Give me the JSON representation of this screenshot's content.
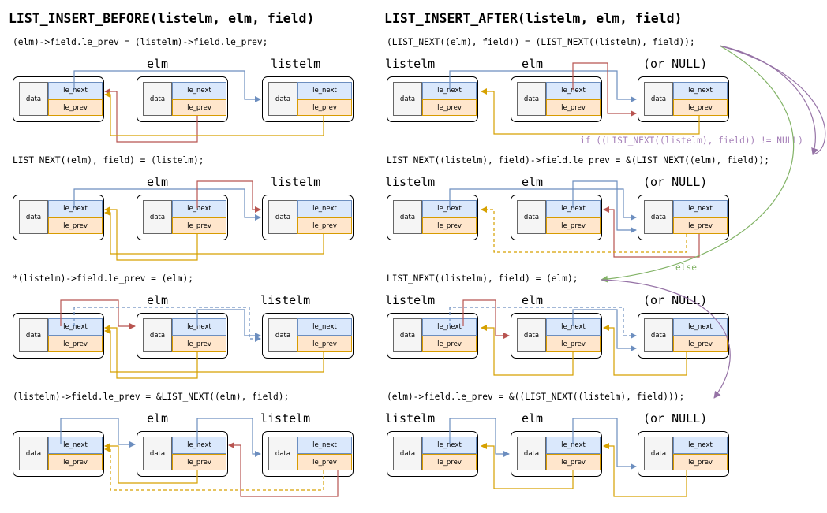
{
  "titles": {
    "left": "LIST_INSERT_BEFORE(listelm, elm, field)",
    "right": "LIST_INSERT_AFTER(listelm, elm, field)"
  },
  "left_steps": [
    "(elm)->field.le_prev = (listelm)->field.le_prev;",
    "LIST_NEXT((elm), field) = (listelm);",
    "*(listelm)->field.le_prev = (elm);",
    "(listelm)->field.le_prev = &LIST_NEXT((elm), field);"
  ],
  "right_steps": [
    "(LIST_NEXT((elm), field)) = (LIST_NEXT((listelm), field));",
    "LIST_NEXT((listelm), field)->field.le_prev = &(LIST_NEXT((elm), field));",
    "LIST_NEXT((listelm), field) = (elm);",
    "(elm)->field.le_prev = &((LIST_NEXT((listelm), field)));"
  ],
  "labels": {
    "elm": "elm",
    "listelm": "listelm",
    "or_null": "(or NULL)"
  },
  "conditions": {
    "if_text": "if ((LIST_NEXT((listelm), field)) != NULL)",
    "else_text": "else"
  },
  "node_fields": {
    "data": "data",
    "next": "le_next",
    "prev": "le_prev"
  },
  "colors": {
    "blue": "#6c8ebf",
    "red": "#b85450",
    "orange": "#d6a100",
    "purple": "#9673a6",
    "green": "#82b366",
    "if_text": "#a680b8",
    "else_text": "#82b366"
  }
}
